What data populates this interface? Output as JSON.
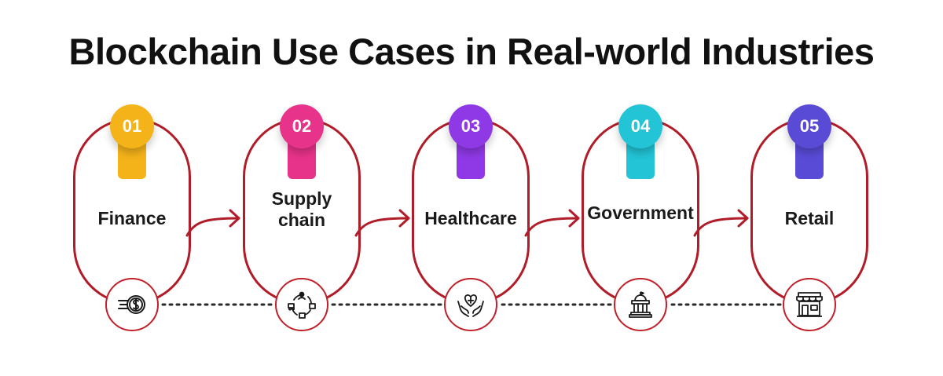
{
  "title": "Blockchain Use Cases in Real-world Industries",
  "colors": {
    "outline": "#b01c28",
    "dots": "#2a2a2a"
  },
  "steps": [
    {
      "number": "01",
      "label": "Finance",
      "color": "#f5b31a",
      "icon": "dollar-coin-icon"
    },
    {
      "number": "02",
      "label": "Supply chain",
      "color": "#e8338a",
      "icon": "supply-chain-cycle-icon"
    },
    {
      "number": "03",
      "label": "Healthcare",
      "color": "#8f39e6",
      "icon": "hands-heart-icon"
    },
    {
      "number": "04",
      "label": "Government",
      "color": "#22c4d6",
      "icon": "government-building-icon"
    },
    {
      "number": "05",
      "label": "Retail",
      "color": "#5a4bd6",
      "icon": "storefront-icon"
    }
  ]
}
